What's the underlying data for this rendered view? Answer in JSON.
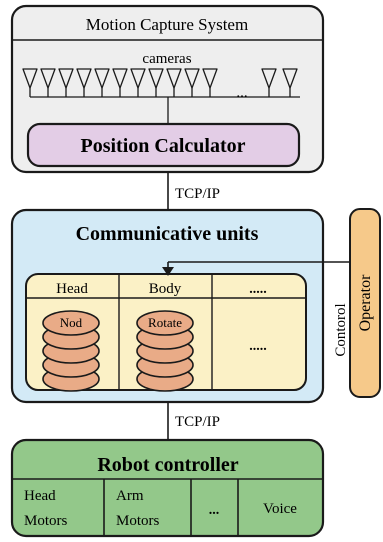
{
  "motion": {
    "title": "Motion Capture System",
    "cameras_label": "cameras",
    "ellipsis": "...",
    "calculator": "Position Calculator"
  },
  "links": {
    "top": "TCP/IP",
    "bottom": "TCP/IP"
  },
  "comm": {
    "title": "Communicative units",
    "columns": [
      {
        "header": "Head",
        "stack_label": "Nod"
      },
      {
        "header": "Body",
        "stack_label": "Rotate"
      },
      {
        "header": ".....",
        "body": "....."
      }
    ]
  },
  "operator": {
    "label": "Operator",
    "control_label": "Contorol"
  },
  "robot": {
    "title": "Robot controller",
    "cells": [
      {
        "line1": "Head",
        "line2": "Motors"
      },
      {
        "line1": "Arm",
        "line2": "Motors"
      },
      {
        "line1": "...",
        "line2": ""
      },
      {
        "line1": "Voice",
        "line2": ""
      }
    ]
  },
  "colors": {
    "motion_fill": "#eeeeee",
    "calculator_fill": "#e3cde6",
    "comm_fill": "#d3eaf6",
    "inner_fill": "#fbf1c6",
    "stack_fill": "#e9ab87",
    "robot_fill": "#93c88a",
    "operator_fill": "#f6c98a"
  }
}
